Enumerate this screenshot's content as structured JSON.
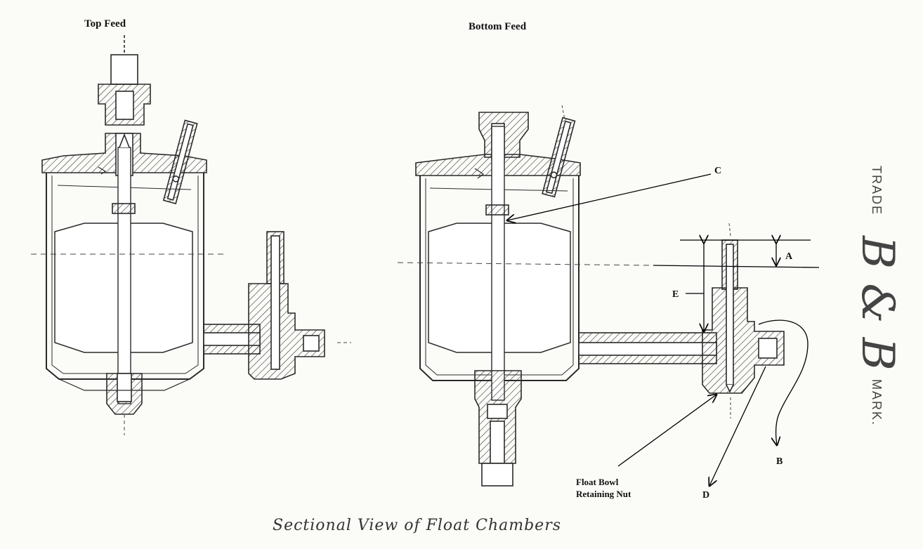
{
  "labels": {
    "top_feed": "Top Feed",
    "bottom_feed": "Bottom Feed",
    "c": "C",
    "a": "A",
    "e": "E",
    "b": "B",
    "d": "D",
    "float_bowl_line1": "Float Bowl",
    "float_bowl_line2": "Retaining Nut"
  },
  "caption": "Sectional View of Float Chambers",
  "trademark": {
    "trade": "TRADE",
    "monogram": "B & B",
    "mark": "MARK."
  },
  "colors": {
    "ink": "#2a2a2a",
    "paper": "#fbfbf8",
    "annotation": "#000000"
  }
}
